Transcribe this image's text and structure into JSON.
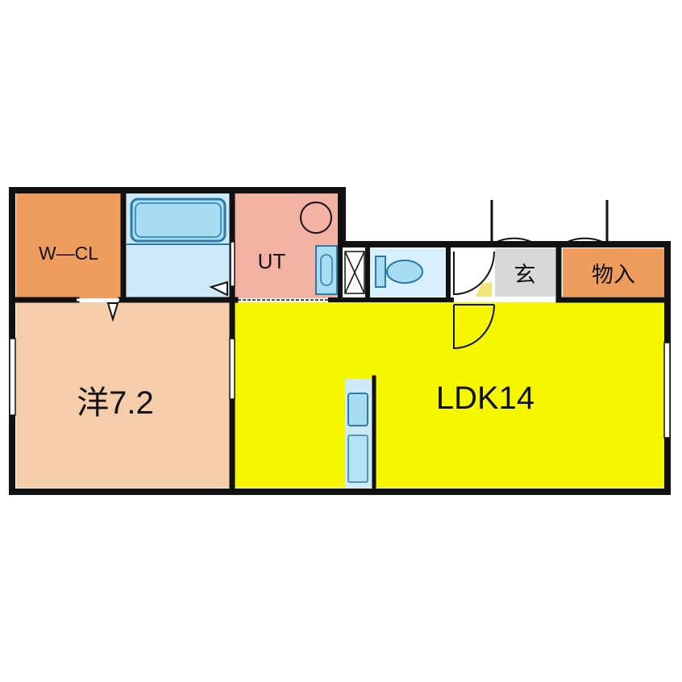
{
  "rooms": {
    "walk_in_closet": {
      "label": "W—CL",
      "color": "#ef9d5e"
    },
    "bathroom": {
      "color": "#cde8f6"
    },
    "utility": {
      "label": "UT",
      "color": "#f3b1a4"
    },
    "toilet": {
      "color": "#d7f0fb"
    },
    "hall": {
      "color": "#ffffff"
    },
    "entrance": {
      "label": "玄",
      "color": "#d8d8d8"
    },
    "storage": {
      "label": "物入",
      "color": "#ef9d5e"
    },
    "western_room": {
      "label": "洋7.2",
      "color": "#f5cdaa"
    },
    "ldk": {
      "label": "LDK14",
      "color": "#f6f600"
    },
    "kitchen": {
      "color": "#cde8f6"
    }
  },
  "colors": {
    "wall": "#111111",
    "fixture_fill": "#a8dcf3",
    "fixture_stroke": "#2a7aa8",
    "door_swing": "#111111",
    "entrance_floor": "#f1e37a"
  }
}
